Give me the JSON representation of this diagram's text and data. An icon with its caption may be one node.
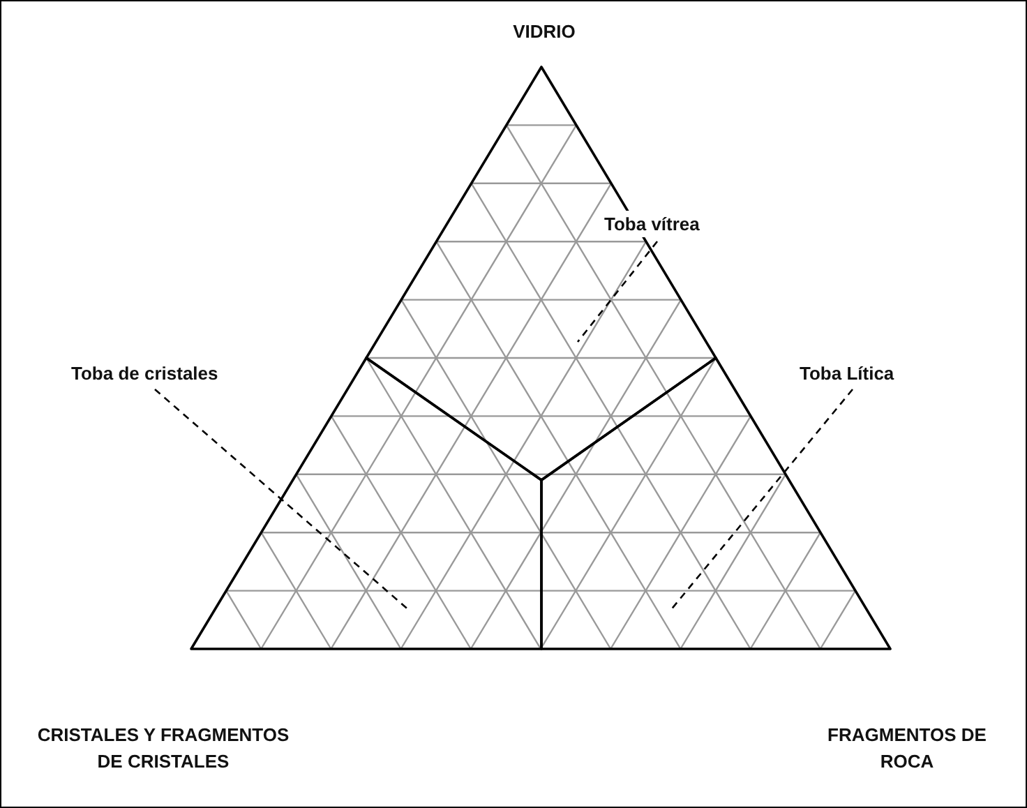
{
  "diagram": {
    "nodes": [
      {
        "text": [
          "Toba vítrea"
        ]
      },
      {
        "text": [
          "Toba de cristales"
        ]
      },
      {
        "text": [
          "Toba Lítica"
        ]
      },
      {
        "text": [],
        "shape": "triangle"
      },
      {
        "text": [],
        "shape": "triangle"
      },
      {
        "text": [],
        "shape": "triangle"
      }
    ],
    "edges": [
      {
        "from": 0,
        "to": 3,
        "arrow": "none",
        "style": "dashed"
      },
      {
        "from": 1,
        "to": 4,
        "arrow": "none",
        "style": "dashed"
      },
      {
        "from": 2,
        "to": 5,
        "arrow": "none",
        "style": "dashed"
      }
    ],
    "labels": [
      "VIDRIO",
      "CRISTALES Y FRAGMENTOS DE CRISTALES",
      "FRAGMENTOS DE ROCA"
    ]
  }
}
